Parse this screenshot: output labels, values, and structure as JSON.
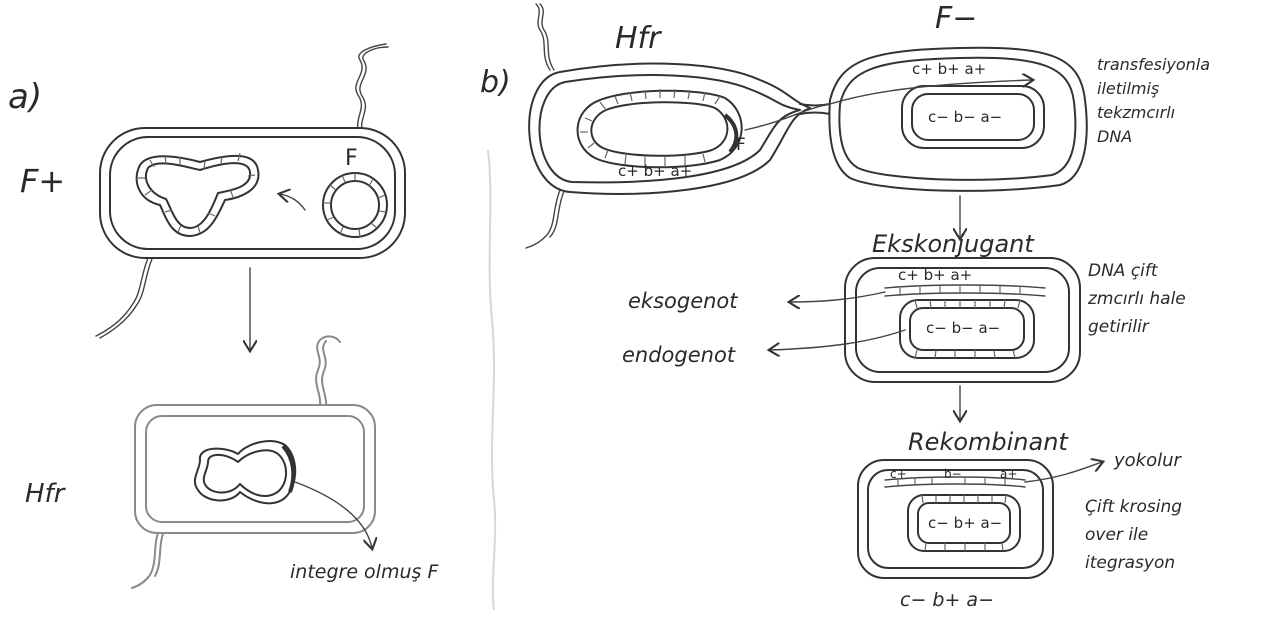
{
  "panel_a": {
    "label": "a)",
    "f_plus_cell": {
      "label": "F+",
      "plasmid_label": "F"
    },
    "hfr_cell": {
      "label": "Hfr",
      "annotation": "integre olmuş F"
    }
  },
  "panel_b": {
    "label": "b)",
    "conjugation": {
      "donor_label": "Hfr",
      "recipient_label": "F−",
      "donor_genes": "c+ b+ a+",
      "donor_f_label": "F",
      "transferred_genes": "c+ b+ a+",
      "recipient_genes": "c− b− a−",
      "side_note": [
        "transfesiyonla",
        "iletilmiş",
        "tekzmcırlı",
        "DNA"
      ]
    },
    "exconjugant": {
      "title": "Ekskonjugant",
      "exogenote_genes": "c+ b+ a+",
      "endogenote_genes": "c− b− a−",
      "exogenote_label": "eksogenot",
      "endogenote_label": "endogenot",
      "side_note": [
        "DNA çift",
        "zmcırlı hale",
        "getirilir"
      ]
    },
    "recombinant": {
      "title": "Rekombinant",
      "outer_genes": [
        "c+",
        "b−",
        "a+"
      ],
      "inner_genes": "c− b+ a−",
      "bottom_genes": "c− b+ a−",
      "degraded_label": "yokolur",
      "side_note": [
        "Çift krosing",
        "over ile",
        "itegrasyon"
      ]
    }
  }
}
